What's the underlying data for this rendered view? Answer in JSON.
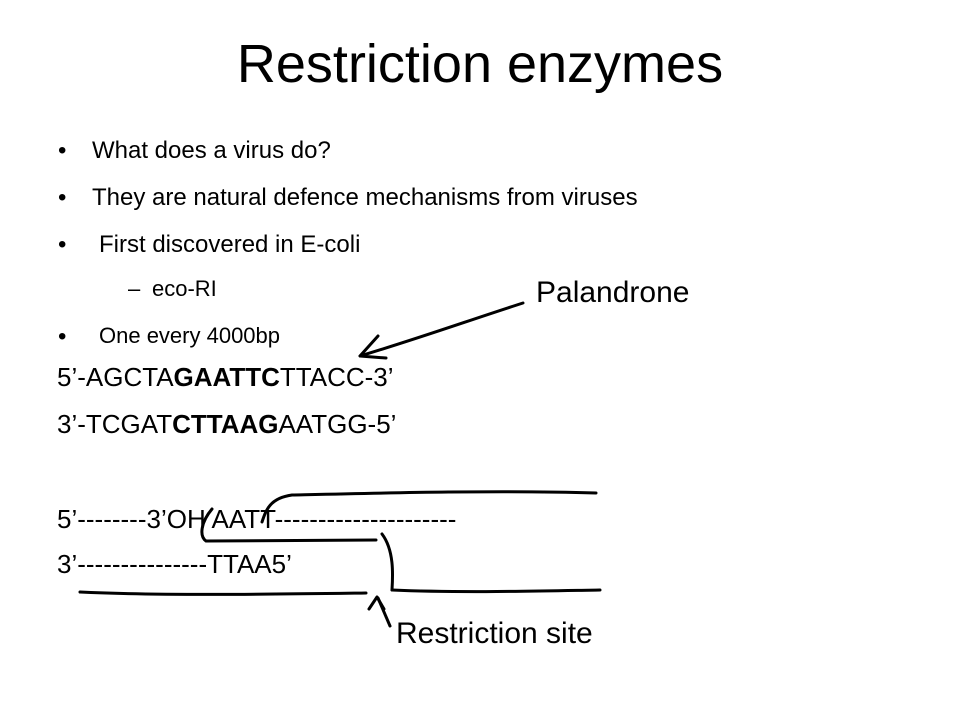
{
  "slide": {
    "title": "Restriction enzymes",
    "bullets": [
      "What does a virus do?",
      "They are natural defence mechanisms from viruses",
      "First discovered in E-coli"
    ],
    "sub_bullet": "eco-RI",
    "bullet_4": "One every 4000bp",
    "bullet_glyph": "•",
    "dash_glyph": "–",
    "seq_top": {
      "prefix": "5’-AGCTA",
      "bold": "GAATTC",
      "suffix": "TTACC-3’"
    },
    "seq_bottom": {
      "prefix": "3’-TCGAT",
      "bold": "CTTAAG",
      "suffix": "AATGG-5’"
    },
    "cut_top": "5’--------3’OH AATT---------------------",
    "cut_bottom": "3’---------------TTAA5’",
    "annotation_palindrome": "Palandrone",
    "annotation_site": "Restriction site"
  }
}
